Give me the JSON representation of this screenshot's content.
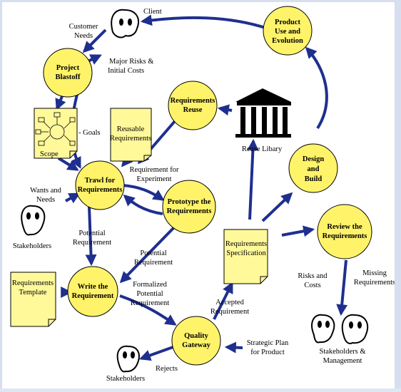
{
  "colors": {
    "bubble": "#fff36a",
    "arrow": "#1f2f8f",
    "stroke": "#000000",
    "note": "#fff99a"
  },
  "bubbles": {
    "blastoff": [
      "Project",
      "Blastoff"
    ],
    "product": [
      "Product",
      "Use and",
      "Evolution"
    ],
    "reuse": [
      "Requirements",
      "Reuse"
    ],
    "trawl": [
      "Trawl for",
      "Requirements"
    ],
    "prototype": [
      "Prototype the",
      "Requirements"
    ],
    "design": [
      "Design",
      "and",
      "Build"
    ],
    "review": [
      "Review the",
      "Requirements"
    ],
    "write": [
      "Write the",
      "Requirement"
    ],
    "gateway": [
      "Quality",
      "Gateway"
    ]
  },
  "documents": {
    "scope": "Scope",
    "reusable": [
      "Reusable",
      "Requirements"
    ],
    "template": [
      "Requirements",
      "Template"
    ],
    "spec": [
      "Requirements",
      "Specification"
    ]
  },
  "people": {
    "client": "Client",
    "stakeholders_left": "Stakeholders",
    "stakeholders_bottom": "Stakeholders",
    "stakeholders_mgmt": [
      "Stakeholders &",
      "Management"
    ]
  },
  "labels": {
    "customer_needs": [
      "Customer",
      "Needs"
    ],
    "major_risks": [
      "Major Risks &",
      "Initial Costs"
    ],
    "goals": "Goals",
    "reuse_library": "Reuse Libary",
    "req_experiment": [
      "Requirement for",
      "Experiment"
    ],
    "wants_needs": [
      "Wants and",
      "Needs"
    ],
    "potential_req": [
      "Potential",
      "Requirement"
    ],
    "potential_req2": [
      "Potential",
      "Requirement"
    ],
    "formalized": [
      "Formalized",
      "Potential",
      "Requirement"
    ],
    "accepted": [
      "Accepted",
      "Requirement"
    ],
    "strategic": [
      "Strategic Plan",
      "for Product"
    ],
    "rejects": "Rejects",
    "risks_costs": [
      "Risks and",
      "Costs"
    ],
    "missing": [
      "Missing",
      "Requirements"
    ]
  }
}
